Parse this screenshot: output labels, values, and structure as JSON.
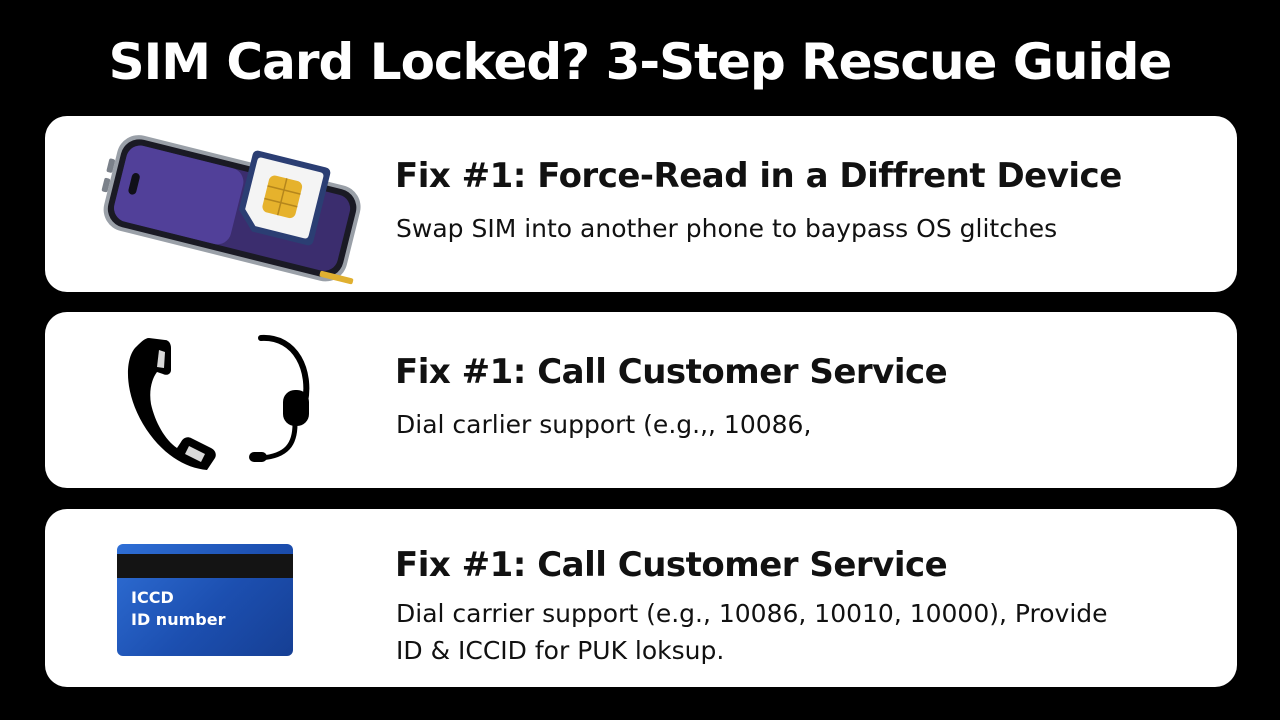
{
  "title": "SIM Card Locked? 3-Step Rescue Guide",
  "fixes": [
    {
      "heading": "Fix #1: Force-Read in a Diffrent Device",
      "lines": [
        "Swap SIM into another phone to baypass OS glitches"
      ],
      "icon": "phone-with-sim-card-icon"
    },
    {
      "heading": "Fix #1: Call Customer Service",
      "lines": [
        "Dial carlier support (e.g.,, 10086,"
      ],
      "icon": "phone-headset-icon"
    },
    {
      "heading": "Fix #1: Call Customer Service",
      "lines": [
        "Dial carrier support (e.g., 10086, 10010, 10000), Provide",
        "ID & ICCID for PUK loksup."
      ],
      "icon": "id-card-icon",
      "card_text": [
        "ICCD",
        "ID number"
      ]
    }
  ],
  "colors": {
    "background": "#000000",
    "card": "#ffffff",
    "text": "#111111",
    "id_card_blue": "#1c4fb0"
  }
}
